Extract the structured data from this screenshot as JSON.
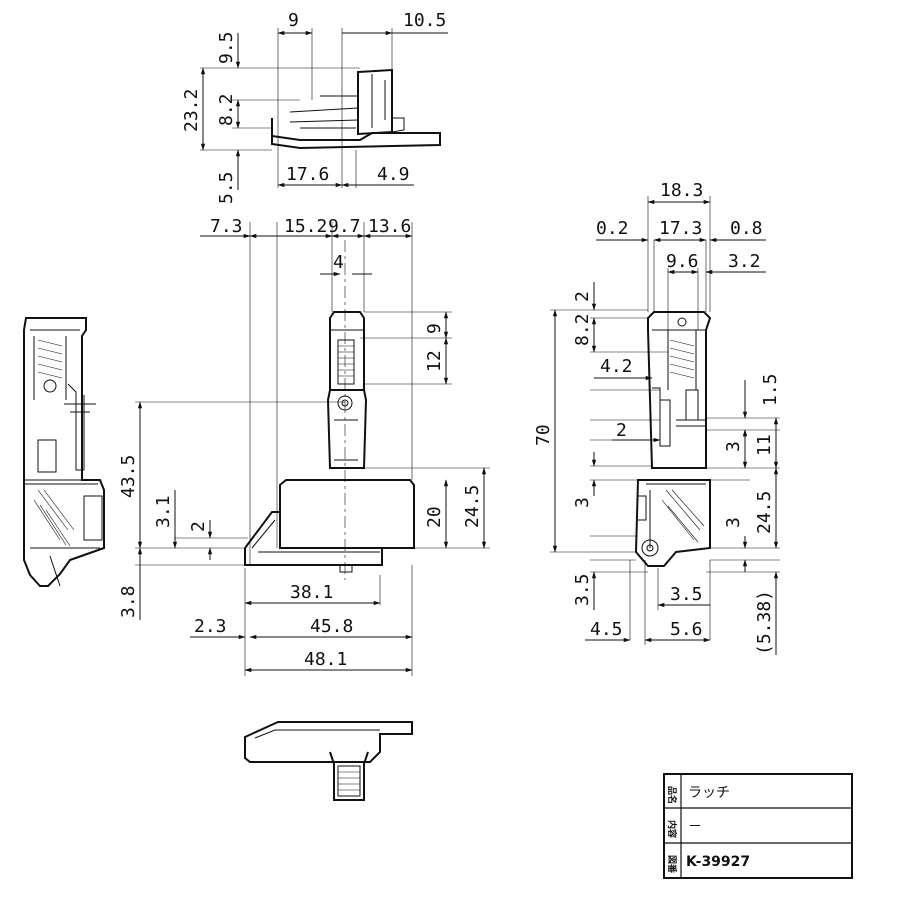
{
  "dimensions": {
    "top": {
      "d9": "9",
      "d10_5": "10.5",
      "d9_5": "9.5",
      "d23_2": "23.2",
      "d8_2": "8.2",
      "d17_6": "17.6",
      "d4_9": "4.9",
      "d5_5": "5.5"
    },
    "front": {
      "d7_3": "7.3",
      "d15_2": "15.2",
      "d9_7": "9.7",
      "d13_6": "13.6",
      "d4": "4",
      "d9": "9",
      "d12": "12",
      "d43_5": "43.5",
      "d24_5": "24.5",
      "d20": "20",
      "d3_1": "3.1",
      "d2": "2",
      "d3_8": "3.8",
      "d38_1": "38.1",
      "d2_3": "2.3",
      "d45_8": "45.8",
      "d48_1": "48.1"
    },
    "side": {
      "d18_3": "18.3",
      "d0_2": "0.2",
      "d17_3": "17.3",
      "d0_8": "0.8",
      "d9_6": "9.6",
      "d3_2": "3.2",
      "d2a": "2",
      "d8_2": "8.2",
      "d4_2": "4.2",
      "d70": "70",
      "d2b": "2",
      "d1_5": "1.5",
      "d3a": "3",
      "d11": "11",
      "d3b": "3",
      "d3c": "3",
      "d24_5": "24.5",
      "d3_5a": "3.5",
      "d3_5b": "3.5",
      "d4_5": "4.5",
      "d5_6": "5.6",
      "d5_38": "(5.38)"
    }
  },
  "title_block": {
    "rows": [
      {
        "header": "品名",
        "value": "ラッチ"
      },
      {
        "header": "内容",
        "value": "－"
      },
      {
        "header": "図番",
        "value": "K-39927"
      }
    ]
  }
}
